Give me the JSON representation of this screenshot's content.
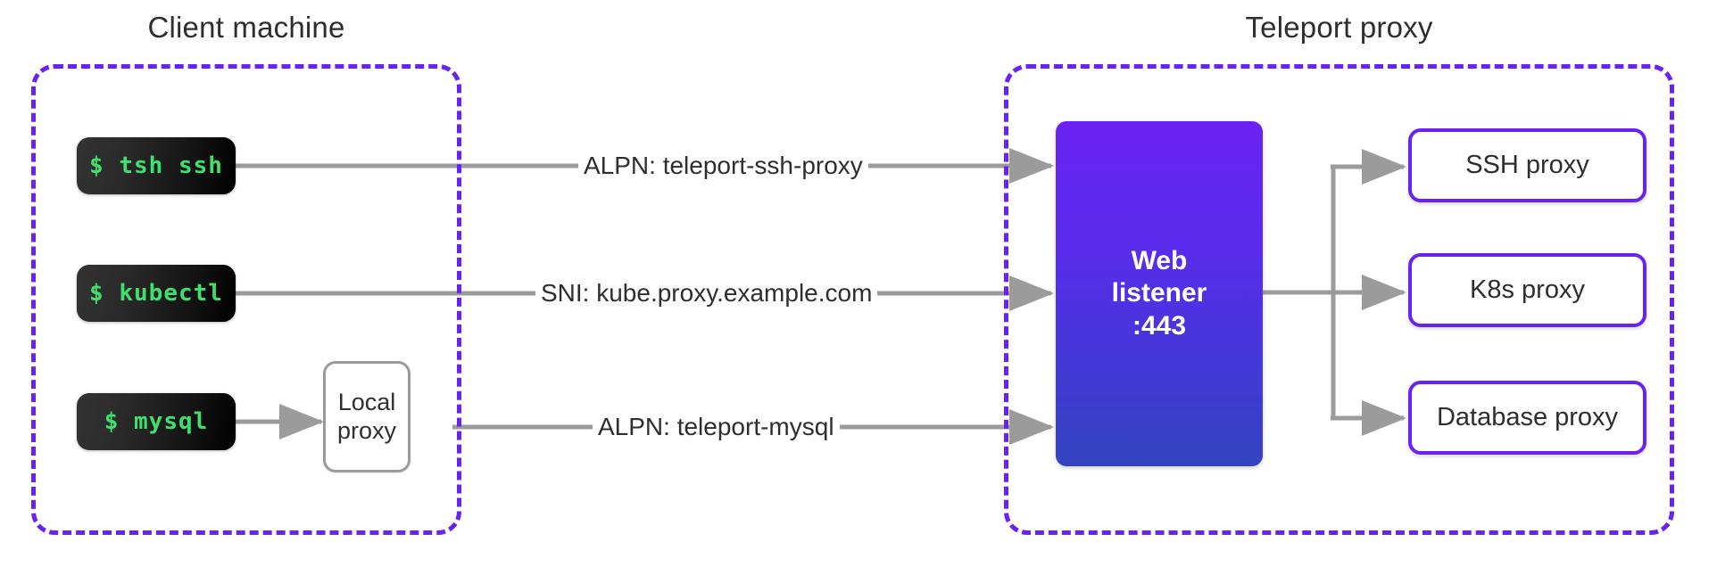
{
  "diagram": {
    "title_client": "Client machine",
    "title_proxy": "Teleport proxy",
    "colors": {
      "accent_purple": "#6a22f2",
      "terminal_green": "#3ee16b",
      "wire_gray": "#9b9b9b",
      "text_dark": "#2e2e2e",
      "listener_gradient_start": "#6a22f2",
      "listener_gradient_end": "#3344bf"
    }
  },
  "client": {
    "commands": [
      {
        "label": "$ tsh ssh"
      },
      {
        "label": "$ kubectl"
      },
      {
        "label": "$ mysql"
      }
    ],
    "local_proxy": {
      "line1": "Local",
      "line2": "proxy"
    }
  },
  "connections": [
    {
      "label": "ALPN: teleport-ssh-proxy"
    },
    {
      "label": "SNI: kube.proxy.example.com"
    },
    {
      "label": "ALPN: teleport-mysql"
    }
  ],
  "proxy": {
    "listener": {
      "line1": "Web",
      "line2": "listener",
      "line3": ":443"
    },
    "services": [
      {
        "label": "SSH proxy"
      },
      {
        "label": "K8s proxy"
      },
      {
        "label": "Database proxy"
      }
    ]
  }
}
